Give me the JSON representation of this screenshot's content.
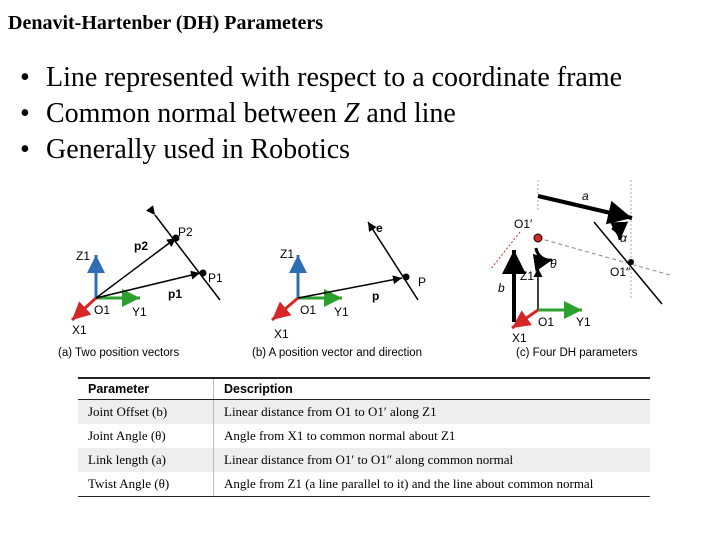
{
  "title": "Denavit-Hartenber (DH) Parameters",
  "bullets": [
    {
      "text": "Line represented with respect to a coordinate frame"
    },
    {
      "pre": "Common normal between ",
      "em": "Z",
      "post": " and line"
    },
    {
      "text": "Generally used in Robotics"
    }
  ],
  "figures": {
    "a": {
      "caption": "(a) Two position vectors",
      "labels": {
        "z": "Z1",
        "y": "Y1",
        "x": "X1",
        "o": "O1",
        "p1": "P1",
        "p2": "P2",
        "vec_p1": "p1",
        "vec_p2": "p2"
      }
    },
    "b": {
      "caption": "(b) A position vector and direction",
      "labels": {
        "z": "Z1",
        "y": "Y1",
        "x": "X1",
        "o": "O1",
        "p": "P",
        "vec_p": "p",
        "e": "e"
      }
    },
    "c": {
      "caption": "(c) Four DH parameters",
      "labels": {
        "a": "a",
        "b": "b",
        "theta": "θ",
        "alpha": "α",
        "o1p": "O1′",
        "o1pp": "O1″",
        "z": "Z1",
        "y": "Y1",
        "x": "X1",
        "o": "O1"
      }
    }
  },
  "table": {
    "headers": [
      "Parameter",
      "Description"
    ],
    "rows": [
      {
        "param": "Joint Offset (b)",
        "desc": "Linear distance from O1 to O1′ along Z1"
      },
      {
        "param": "Joint Angle (θ)",
        "desc": "Angle from X1 to common normal about Z1"
      },
      {
        "param": "Link length (a)",
        "desc": "Linear distance from O1′ to O1″ along common normal"
      },
      {
        "param": "Twist Angle (θ)",
        "desc": "Angle from Z1 (a line parallel to it) and the line about common normal"
      }
    ]
  },
  "colors": {
    "z_axis": "#2e6db4",
    "y_axis": "#2ca02c",
    "x_axis": "#d62728",
    "line": "#000000"
  }
}
